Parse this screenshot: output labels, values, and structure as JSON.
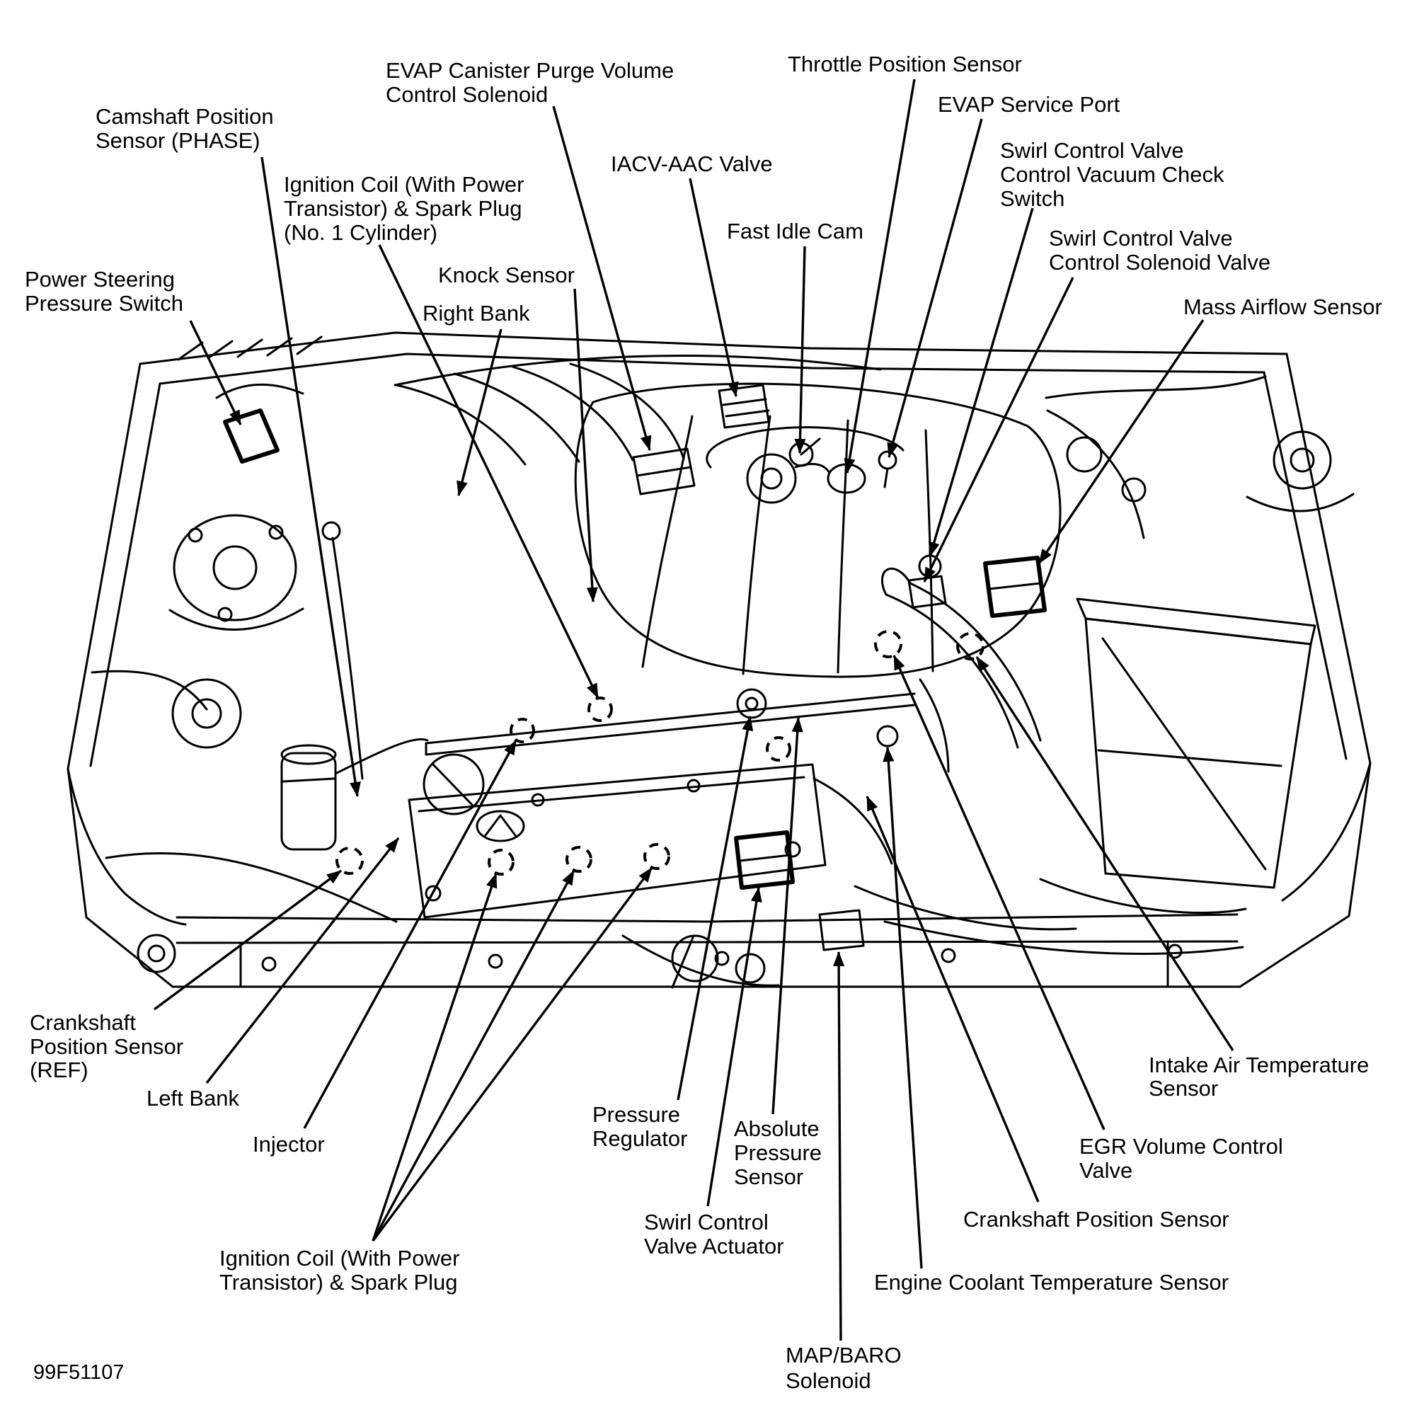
{
  "diagram": {
    "figure_code": "99F51107",
    "ink_color": "#000000",
    "background_color": "#ffffff",
    "description": "Engine compartment component location diagram",
    "labels": [
      {
        "id": "camshaft-position-sensor-phase",
        "lines": [
          "Camshaft Position",
          "Sensor (PHASE)"
        ]
      },
      {
        "id": "evap-canister-purge-volume-control-solenoid",
        "lines": [
          "EVAP Canister Purge Volume",
          "Control Solenoid"
        ]
      },
      {
        "id": "throttle-position-sensor",
        "lines": [
          "Throttle Position Sensor"
        ]
      },
      {
        "id": "evap-service-port",
        "lines": [
          "EVAP Service Port"
        ]
      },
      {
        "id": "swirl-control-valve-control-vacuum-check-switch",
        "lines": [
          "Swirl Control Valve",
          "Control Vacuum Check",
          "Switch"
        ]
      },
      {
        "id": "ignition-coil-no1-cylinder",
        "lines": [
          "Ignition Coil (With Power",
          "Transistor) & Spark Plug",
          "(No. 1 Cylinder)"
        ]
      },
      {
        "id": "iacv-aac-valve",
        "lines": [
          "IACV-AAC Valve"
        ]
      },
      {
        "id": "swirl-control-valve-control-solenoid-valve",
        "lines": [
          "Swirl Control Valve",
          "Control Solenoid Valve"
        ]
      },
      {
        "id": "fast-idle-cam",
        "lines": [
          "Fast Idle Cam"
        ]
      },
      {
        "id": "knock-sensor",
        "lines": [
          "Knock Sensor"
        ]
      },
      {
        "id": "power-steering-pressure-switch",
        "lines": [
          "Power Steering",
          "Pressure Switch"
        ]
      },
      {
        "id": "right-bank",
        "lines": [
          "Right Bank"
        ]
      },
      {
        "id": "mass-airflow-sensor",
        "lines": [
          "Mass Airflow Sensor"
        ]
      },
      {
        "id": "crankshaft-position-sensor-ref",
        "lines": [
          "Crankshaft",
          "Position Sensor",
          "(REF)"
        ]
      },
      {
        "id": "left-bank",
        "lines": [
          "Left Bank"
        ]
      },
      {
        "id": "injector",
        "lines": [
          "Injector"
        ]
      },
      {
        "id": "ignition-coil-spark-plug",
        "lines": [
          "Ignition Coil (With Power",
          "Transistor) & Spark Plug"
        ]
      },
      {
        "id": "pressure-regulator",
        "lines": [
          "Pressure",
          "Regulator"
        ]
      },
      {
        "id": "swirl-control-valve-actuator",
        "lines": [
          "Swirl Control",
          "Valve Actuator"
        ]
      },
      {
        "id": "absolute-pressure-sensor",
        "lines": [
          "Absolute",
          "Pressure",
          "Sensor"
        ]
      },
      {
        "id": "map-baro-solenoid",
        "lines": [
          "MAP/BARO",
          "Solenoid"
        ]
      },
      {
        "id": "engine-coolant-temperature-sensor",
        "lines": [
          "Engine Coolant Temperature Sensor"
        ]
      },
      {
        "id": "crankshaft-position-sensor",
        "lines": [
          "Crankshaft Position Sensor"
        ]
      },
      {
        "id": "egr-volume-control-valve",
        "lines": [
          "EGR Volume Control",
          "Valve"
        ]
      },
      {
        "id": "intake-air-temperature-sensor",
        "lines": [
          "Intake Air Temperature",
          "Sensor"
        ]
      }
    ]
  }
}
